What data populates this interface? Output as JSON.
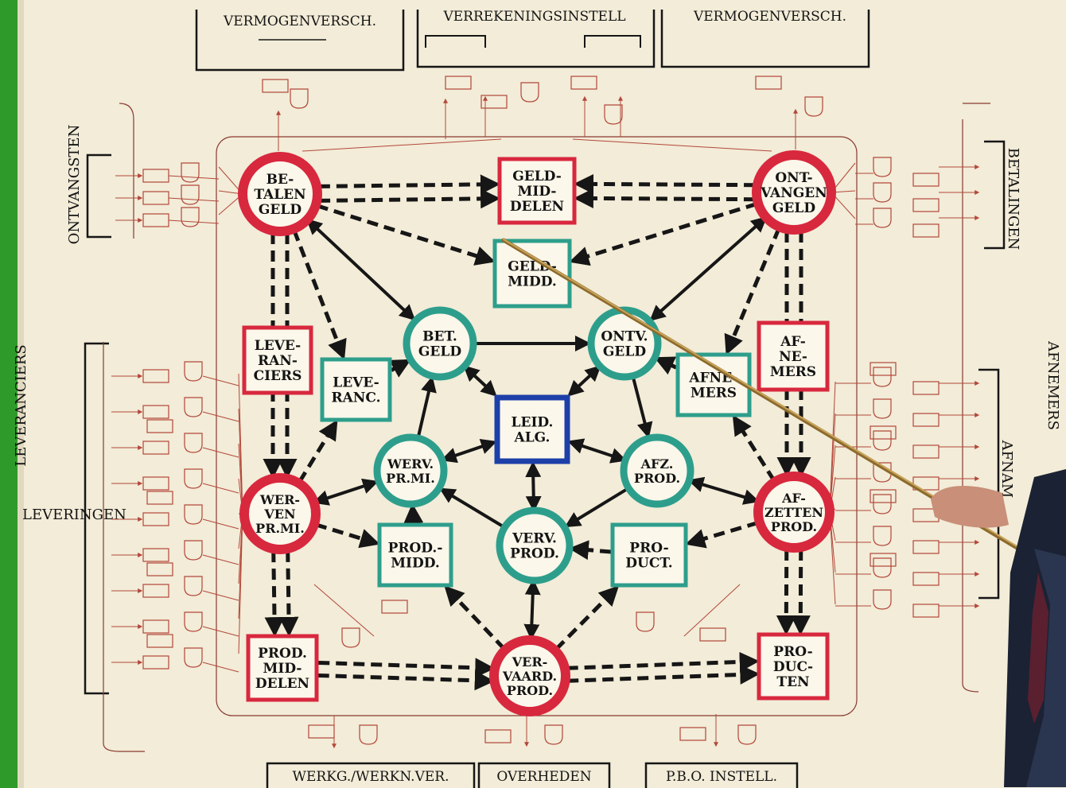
{
  "headers": {
    "top": [
      "VERMOGENVERSCH.",
      "VERREKENINGSINSTELL",
      "VERMOGENVERSCH."
    ],
    "bottom": [
      "WERKG./WERKN.VER.",
      "OVERHEDEN",
      "P.B.O. INSTELL."
    ]
  },
  "side_labels": {
    "ontvangsten": "ONTVANGSTEN",
    "betalingen": "BETALINGEN",
    "leveranciers": "LEVERANCIERS",
    "leveringen": "LEVERINGEN",
    "afnemers": "AFNEMERS",
    "afnam": "AFNAM"
  },
  "nodes": {
    "betalen_geld": [
      "BE-",
      "TALEN",
      "GELD"
    ],
    "ontvangen_geld": [
      "ONT-",
      "VANGEN",
      "GELD"
    ],
    "werven_prmi": [
      "WER-",
      "VEN",
      "PR.MI."
    ],
    "afzetten_prod": [
      "AF-",
      "ZETTEN",
      "PROD."
    ],
    "vervaard_prod": [
      "VER-",
      "VAARD.",
      "PROD."
    ],
    "geld_middelen_top": [
      "GELD-",
      "MID-",
      "DELEN"
    ],
    "geld_midd": [
      "GELD-",
      "MIDD."
    ],
    "leveranciers_box": [
      "LEVE-",
      "RAN-",
      "CIERS"
    ],
    "leveranc_box": [
      "LEVE-",
      "RANC."
    ],
    "afnemers_box": [
      "AF-",
      "NE-",
      "MERS"
    ],
    "afnemers_box2": [
      "AFNE-",
      "MERS"
    ],
    "prod_midd": [
      "PROD.-",
      "MIDD."
    ],
    "product": [
      "PRO-",
      "DUCT."
    ],
    "prod_middelen": [
      "PROD.",
      "MID-",
      "DELEN"
    ],
    "producten": [
      "PRO-",
      "DUC-",
      "TEN"
    ],
    "bet_geld": [
      "BET.",
      "GELD"
    ],
    "ontv_geld": [
      "ONTV.",
      "GELD"
    ],
    "werv_prmi": [
      "WERV.",
      "PR.MI."
    ],
    "afz_prod": [
      "AFZ.",
      "PROD."
    ],
    "verv_prod": [
      "VERV.",
      "PROD."
    ],
    "leid_alg": [
      "LEID.",
      "ALG."
    ]
  },
  "colors": {
    "paper": "#f2ecd8",
    "red": "#d8283e",
    "teal": "#2e9e8c",
    "blue": "#1d3fa8",
    "ink": "#161616",
    "thin_red": "#b3473a",
    "wall": "#2e9a2a"
  }
}
